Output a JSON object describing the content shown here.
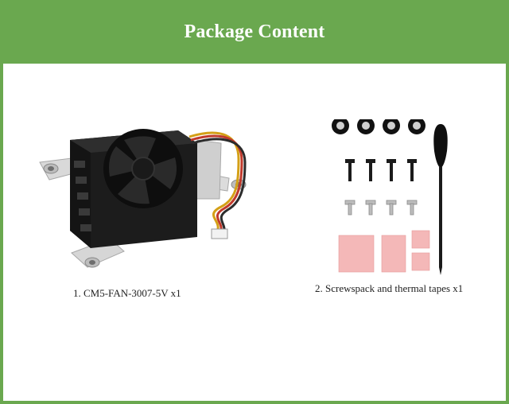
{
  "header": {
    "title": "Package Content"
  },
  "items": [
    {
      "caption": "1. CM5-FAN-3007-5V x1",
      "icon": "cooling-fan-icon"
    },
    {
      "caption": "2. Screwspack and thermal tapes x1",
      "icon": "screwdriver-icon"
    }
  ],
  "colors": {
    "banner": "#6aa84f",
    "panel": "#ffffff",
    "thermal_pad": "#f4b8b8"
  }
}
